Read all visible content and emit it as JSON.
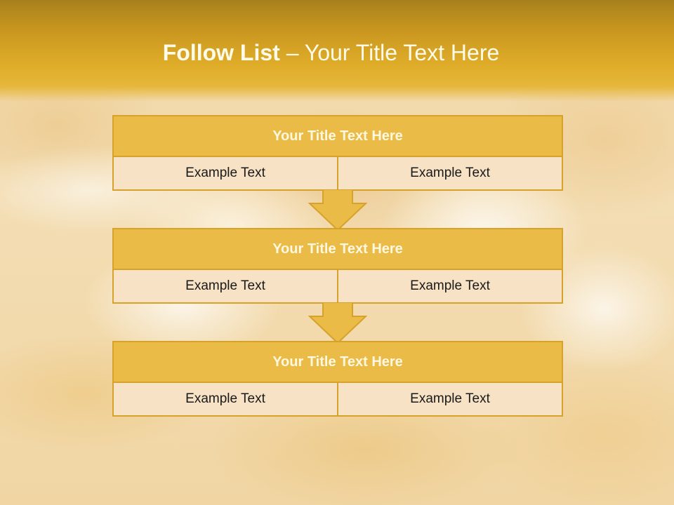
{
  "slide": {
    "title_bold": "Follow List",
    "title_rest": " – Your Title Text Here"
  },
  "blocks": [
    {
      "header": "Your Title Text Here",
      "left": "Example Text",
      "right": "Example Text"
    },
    {
      "header": "Your Title Text Here",
      "left": "Example Text",
      "right": "Example Text"
    },
    {
      "header": "Your Title Text Here",
      "left": "Example Text",
      "right": "Example Text"
    }
  ],
  "colors": {
    "header_band": "#e0ad2a",
    "table_header": "#ebbb47",
    "table_border": "#d6a22a",
    "table_cell": "#f7e2c5",
    "arrow_fill": "#ebbb47"
  },
  "icons": {
    "arrow": "down-arrow-icon"
  }
}
